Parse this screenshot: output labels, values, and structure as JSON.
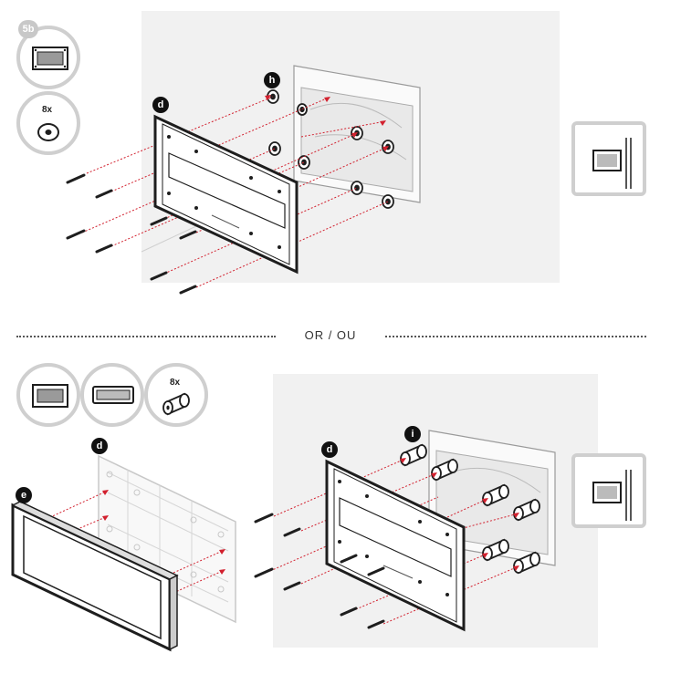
{
  "step_label": "5b",
  "separator_text": "OR / OU",
  "top": {
    "spacer_qty": "8x",
    "frame_tag": "d",
    "spacer_tag": "h"
  },
  "bottom": {
    "standoff_qty": "8x",
    "grille_frame_tag": "d",
    "grille_tag": "e",
    "frame_tag": "d",
    "standoff_tag": "i"
  },
  "colors": {
    "arrow": "#d2202e",
    "scene_bg": "#f1f1f1",
    "circle_border": "#cfcfcf",
    "outline": "#1e1e1e"
  }
}
